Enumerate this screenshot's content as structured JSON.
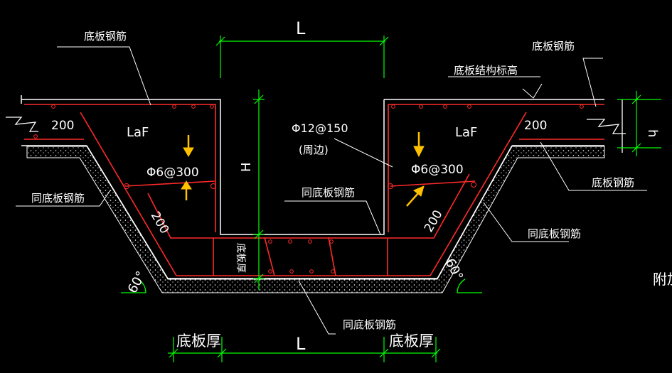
{
  "labels": {
    "slab_rebar": "底板钢筋",
    "same_slab_rebar": "同底板钢筋",
    "slab_elevation": "底板结构标高",
    "slab_thickness": "底板厚",
    "slab_thickness_vertical": "底板厚",
    "perimeter": "(周边)",
    "dist_200": "200",
    "laf": "LaF",
    "rebar_12_150": "Φ12@150",
    "rebar_6_300": "Φ6@300",
    "dim_L": "L",
    "dim_H": "H",
    "dim_h": "h",
    "angle_60": "60°",
    "edge_text": "附加"
  },
  "colors": {
    "background": "#000000",
    "rebar": "#ff2a2a",
    "concrete": "#ffffff",
    "dimension": "#00ff00",
    "leader": "#ffffff",
    "arrow": "#ffc000",
    "text": "#ffffff"
  }
}
